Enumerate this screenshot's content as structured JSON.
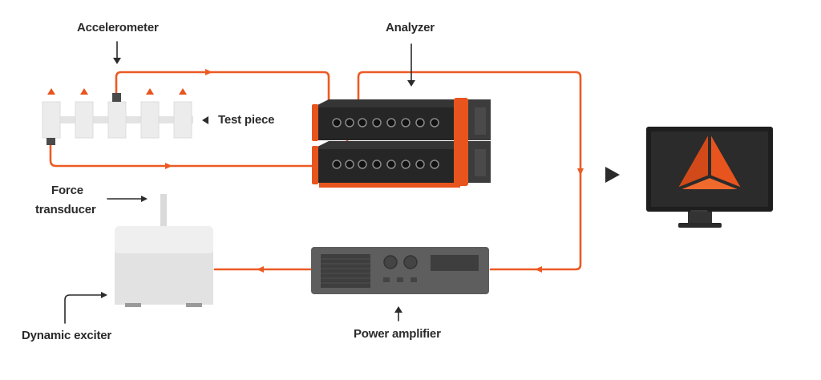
{
  "labels": {
    "accelerometer": "Accelerometer",
    "analyzer": "Analyzer",
    "test_piece": "Test piece",
    "force_line1": "Force",
    "force_line2": "transducer",
    "power_amplifier": "Power amplifier",
    "dynamic_exciter": "Dynamic exciter"
  },
  "colors": {
    "signal": "#ec5a24",
    "accent": "#e8541e",
    "analyzer_body": "#2a2a2a",
    "amplifier_body": "#5c5c5c",
    "exciter_body": "#e2e2e2",
    "text": "#2b2b2b"
  },
  "icons": {
    "analyzer": "daq-analyzer-unit",
    "monitor": "computer-monitor-with-logo",
    "amplifier": "power-amplifier-unit",
    "exciter": "shaker-exciter",
    "test_piece": "test-piece-beam-with-sensors"
  }
}
